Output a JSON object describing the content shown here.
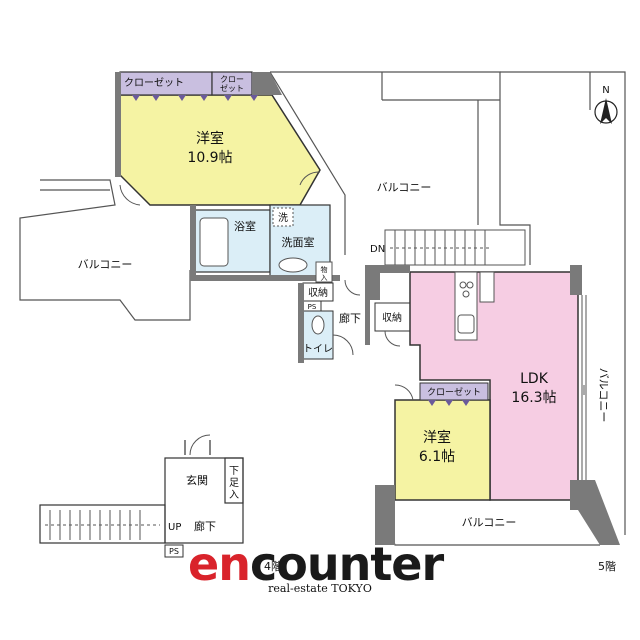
{
  "rooms": {
    "western_room_large": {
      "name": "洋室",
      "size": "10.9帖"
    },
    "western_room_small": {
      "name": "洋室",
      "size": "6.1帖"
    },
    "ldk": {
      "name": "LDK",
      "size": "16.3帖"
    },
    "bath": "浴室",
    "washroom": "洗面室",
    "wash_mark": "洗",
    "storage_mono": "物入",
    "storage_1": "収納",
    "storage_2": "収納",
    "ps_upper": "PS",
    "toilet": "トイレ",
    "hallway_upper": "廊下",
    "closet_top": "クローゼット",
    "closet_top_small": "クロー\nゼット",
    "closet_small": "クローゼット",
    "entrance": "玄関",
    "shoe_box": "下足入",
    "hallway_lower": "廊下",
    "ps_lower": "PS"
  },
  "balconies": {
    "top_right": "バルコニー",
    "left": "バルコニー",
    "right_vertical": "バルコニー",
    "bottom": "バルコニー"
  },
  "stairs": {
    "down": "DN",
    "up": "UP"
  },
  "floors": {
    "lower": "4階",
    "upper": "5階"
  },
  "compass": {
    "north": "N"
  },
  "brand": {
    "logo_part1": "en",
    "logo_part2": "counter",
    "tagline": "real-estate TOKYO",
    "logo_color_1": "#d9232b",
    "logo_color_2": "#1a1a1a"
  },
  "colors": {
    "western_room": "#f5f3a3",
    "ldk": "#f6cde3",
    "closet": "#c9bfe0",
    "wet_area": "#dbeef7",
    "wall": "#7a7a7a"
  }
}
